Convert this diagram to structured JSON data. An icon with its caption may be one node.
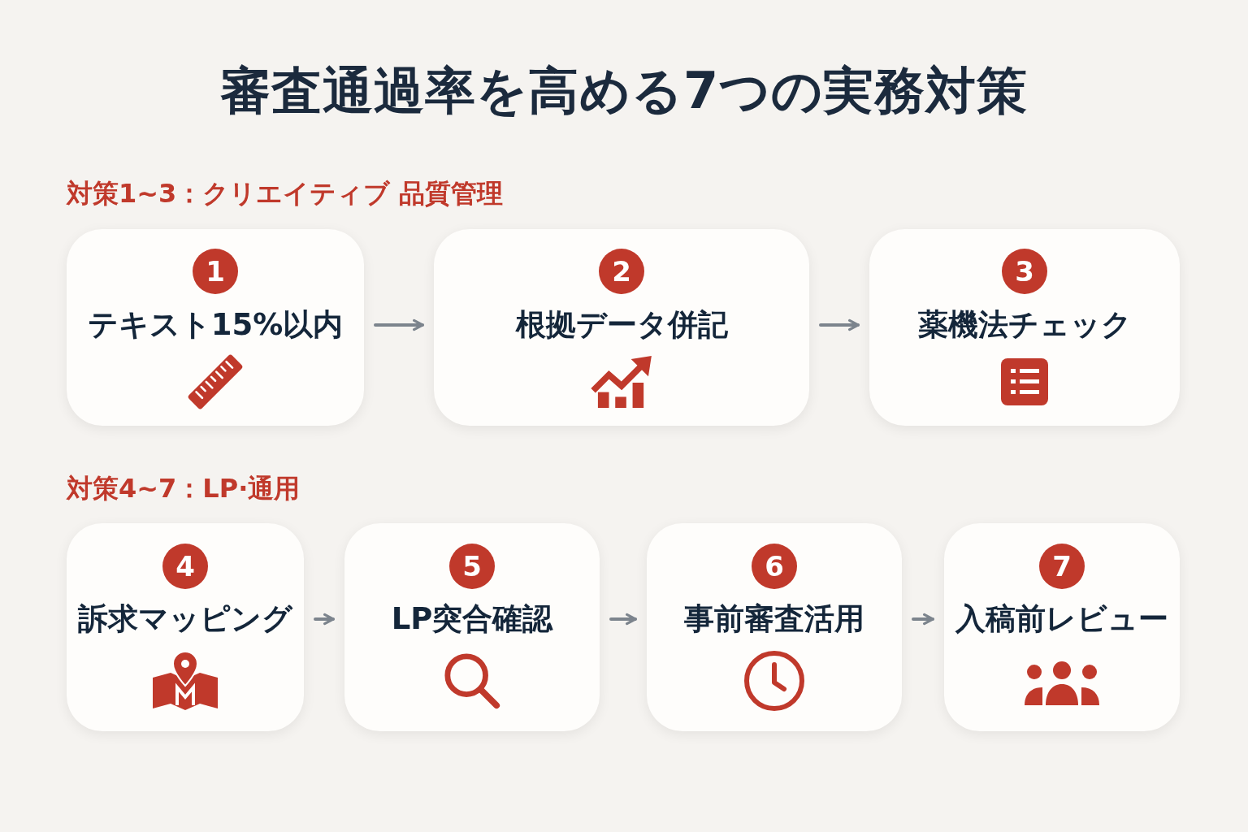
{
  "diagram": {
    "title": "審査通過率を高める7つの実務対策",
    "nodes": [
      {
        "text": [
          "1",
          "テキスト15%以内"
        ]
      },
      {
        "text": [
          "2",
          "根拠データ併記"
        ]
      },
      {
        "text": [
          "3",
          "薬機法チェック"
        ]
      },
      {
        "text": [
          "4",
          "訴求マッピング"
        ]
      },
      {
        "text": [
          "5",
          "LP突合確認"
        ]
      },
      {
        "text": [
          "6",
          "事前審査活用"
        ]
      },
      {
        "text": [
          "7",
          "入稿前レビュー"
        ]
      }
    ],
    "edges": [
      {
        "from": 0,
        "to": 1,
        "arrow": "to"
      },
      {
        "from": 1,
        "to": 2,
        "arrow": "to"
      },
      {
        "from": 3,
        "to": 4,
        "arrow": "to"
      },
      {
        "from": 4,
        "to": 5,
        "arrow": "to"
      },
      {
        "from": 5,
        "to": 6,
        "arrow": "to"
      }
    ],
    "labels": [
      "対策1~3：クリエイティブ 品質管理",
      "対策4~7：LP·通用"
    ]
  }
}
